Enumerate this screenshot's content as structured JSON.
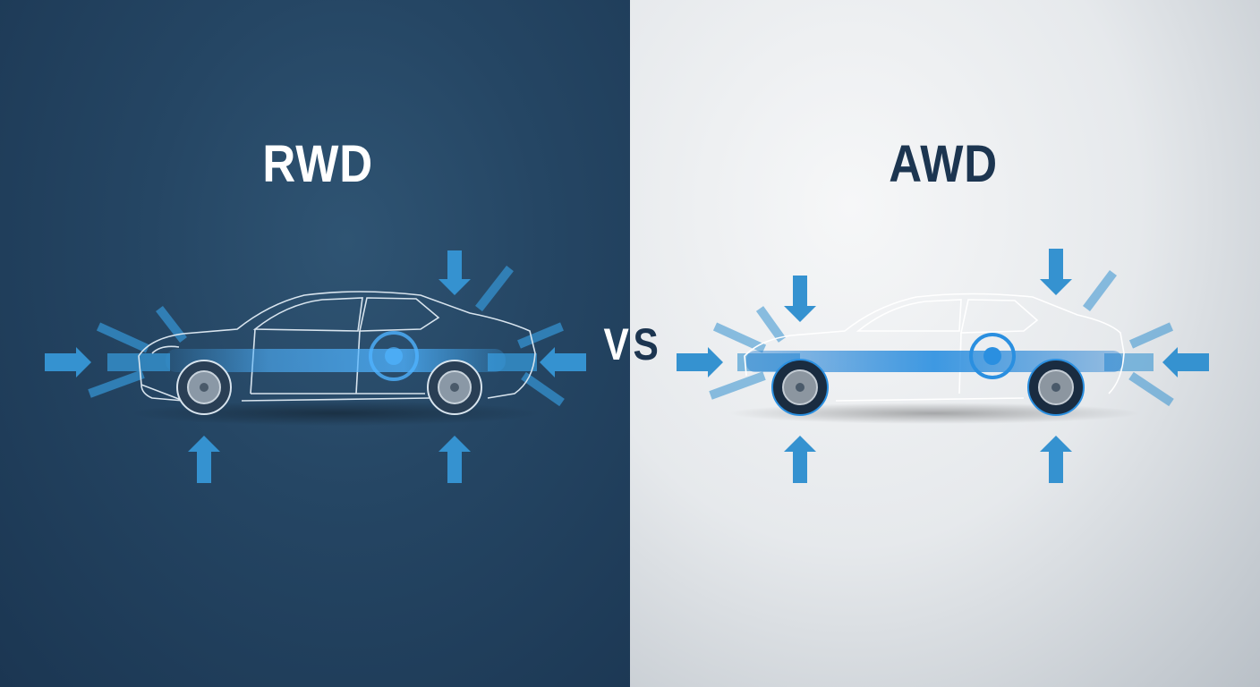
{
  "comparison": {
    "left": {
      "label": "RWD",
      "background": "#254664",
      "text_color": "#ffffff"
    },
    "right": {
      "label": "AWD",
      "background": "#e6e9ec",
      "text_color": "#1c3550"
    },
    "separator": "VS"
  },
  "colors": {
    "arrow_blue": "#3592d0",
    "drivetrain_glow": "#3aa0e8",
    "outline_dark_panel": "#d8e4ee",
    "outline_light_panel": "#ffffff"
  },
  "icons": [
    "force-arrow-icon",
    "car-outline-icon",
    "wheel-icon",
    "drivetrain-icon"
  ]
}
